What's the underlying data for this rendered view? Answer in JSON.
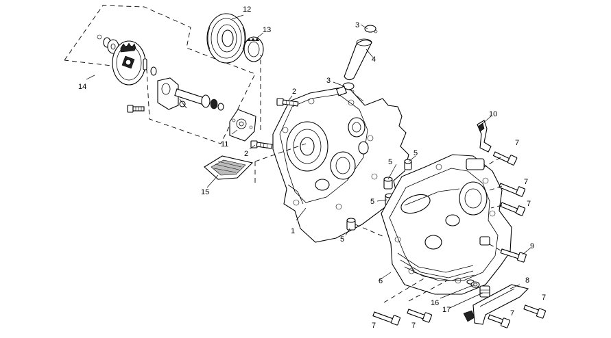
{
  "callouts": {
    "c1": "1",
    "c2a": "2",
    "c2b": "2",
    "c3a": "3",
    "c3b": "3",
    "c4": "4",
    "c5a": "5",
    "c5b": "5",
    "c5c": "5",
    "c5d": "5",
    "c6": "6",
    "c7a": "7",
    "c7b": "7",
    "c7c": "7",
    "c7d": "7",
    "c7e": "7",
    "c7f": "7",
    "c7g": "7",
    "c8": "8",
    "c9": "9",
    "c10": "10",
    "c11": "11",
    "c12": "12",
    "c13": "13",
    "c14": "14",
    "c15": "15",
    "c16": "16",
    "c17": "17"
  }
}
